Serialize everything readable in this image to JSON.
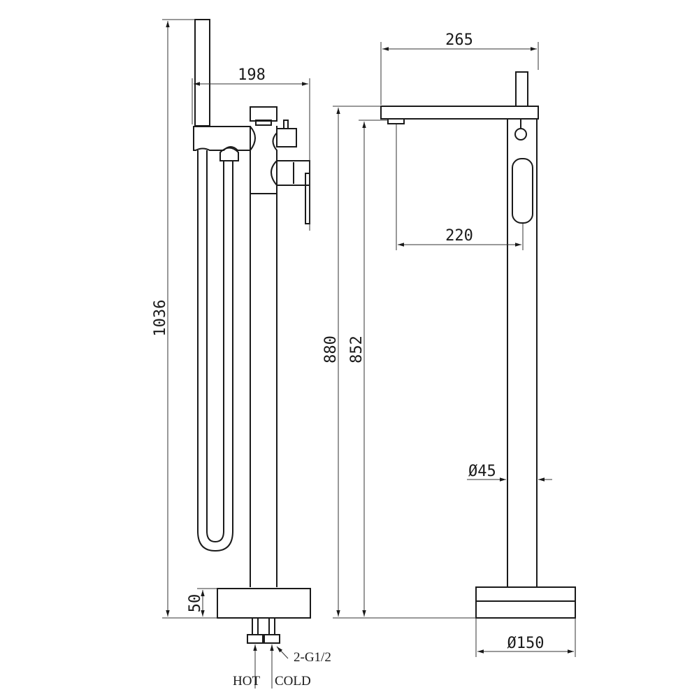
{
  "drawing": {
    "front_view": {
      "overall_height": "1036",
      "handshower_offset": "198",
      "base_height": "50",
      "connection": "2-G1/2",
      "hot_label": "HOT",
      "cold_label": "COLD"
    },
    "side_view": {
      "spout_length": "265",
      "spout_reach": "220",
      "spout_height": "880",
      "outlet_height": "852",
      "column_diameter": "Ø45",
      "base_diameter": "Ø150"
    }
  }
}
